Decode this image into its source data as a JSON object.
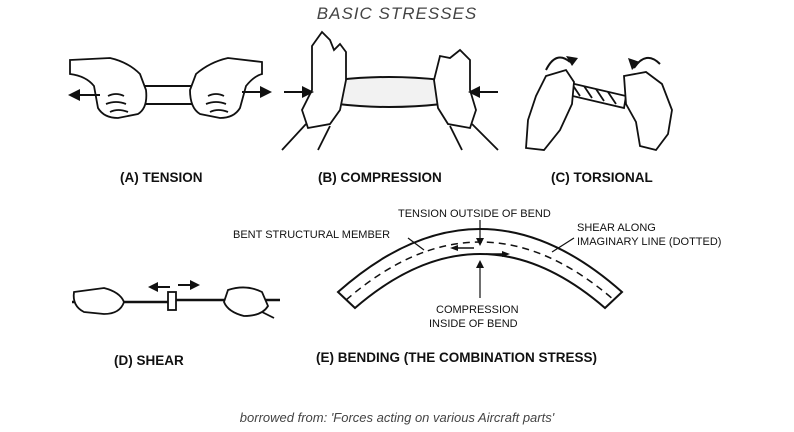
{
  "title": "BASIC STRESSES",
  "panels": {
    "tension": {
      "label": "(A) TENSION"
    },
    "compression": {
      "label": "(B) COMPRESSION"
    },
    "torsional": {
      "label": "(C) TORSIONAL"
    },
    "shear": {
      "label": "(D) SHEAR"
    },
    "bending": {
      "label": "(E) BENDING (THE COMBINATION STRESS)",
      "annotations": {
        "tension_outside": "TENSION OUTSIDE OF BEND",
        "bent_member": "BENT STRUCTURAL MEMBER",
        "shear_line_1": "SHEAR ALONG",
        "shear_line_2": "IMAGINARY LINE (DOTTED)",
        "compression_inside_1": "COMPRESSION",
        "compression_inside_2": "INSIDE OF BEND"
      }
    }
  },
  "footer": "borrowed from: 'Forces acting on various Aircraft parts'"
}
